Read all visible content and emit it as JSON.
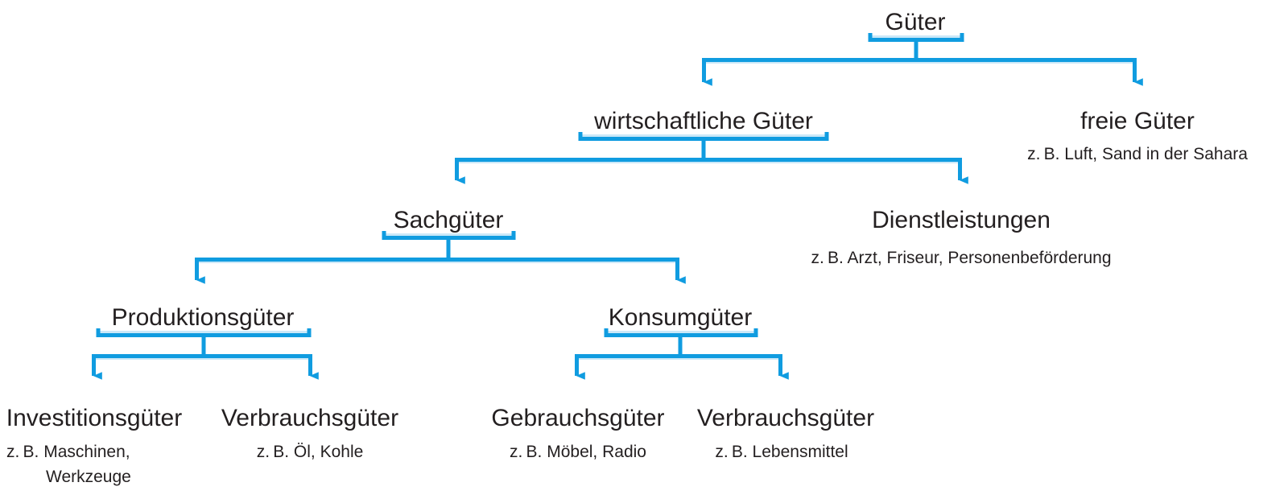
{
  "diagram": {
    "title": "Güter",
    "type": "hierarchy-tree",
    "colors": {
      "line": "#109ce0",
      "line_shadow": "#cbe8f8",
      "text": "#231f20",
      "background": "#ffffff"
    },
    "nodes": {
      "gueter": {
        "label": "Güter",
        "example": ""
      },
      "wirtschaftliche_gueter": {
        "label": "wirtschaftliche Güter",
        "example": ""
      },
      "freie_gueter": {
        "label": "freie Güter",
        "example": "z. B. Luft, Sand in der Sahara"
      },
      "sachgueter": {
        "label": "Sachgüter",
        "example": ""
      },
      "dienstleistungen": {
        "label": "Dienstleistungen",
        "example": "z. B. Arzt, Friseur, Personenbeförderung"
      },
      "produktionsgueter": {
        "label": "Produktionsgüter",
        "example": ""
      },
      "konsumgueter": {
        "label": "Konsumgüter",
        "example": ""
      },
      "investitionsgueter": {
        "label": "Investitionsgüter",
        "example_line1": "z. B. Maschinen,",
        "example_line2": "Werkzeuge"
      },
      "verbrauchsgueter_prod": {
        "label": "Verbrauchsgüter",
        "example": "z. B. Öl, Kohle"
      },
      "gebrauchsgueter": {
        "label": "Gebrauchsgüter",
        "example": "z. B. Möbel, Radio"
      },
      "verbrauchsgueter_kons": {
        "label": "Verbrauchsgüter",
        "example": "z. B. Lebensmittel"
      }
    },
    "edges": [
      {
        "from": "gueter",
        "to": "wirtschaftliche_gueter"
      },
      {
        "from": "gueter",
        "to": "freie_gueter"
      },
      {
        "from": "wirtschaftliche_gueter",
        "to": "sachgueter"
      },
      {
        "from": "wirtschaftliche_gueter",
        "to": "dienstleistungen"
      },
      {
        "from": "sachgueter",
        "to": "produktionsgueter"
      },
      {
        "from": "sachgueter",
        "to": "konsumgueter"
      },
      {
        "from": "produktionsgueter",
        "to": "investitionsgueter"
      },
      {
        "from": "produktionsgueter",
        "to": "verbrauchsgueter_prod"
      },
      {
        "from": "konsumgueter",
        "to": "gebrauchsgueter"
      },
      {
        "from": "konsumgueter",
        "to": "verbrauchsgueter_kons"
      }
    ]
  }
}
